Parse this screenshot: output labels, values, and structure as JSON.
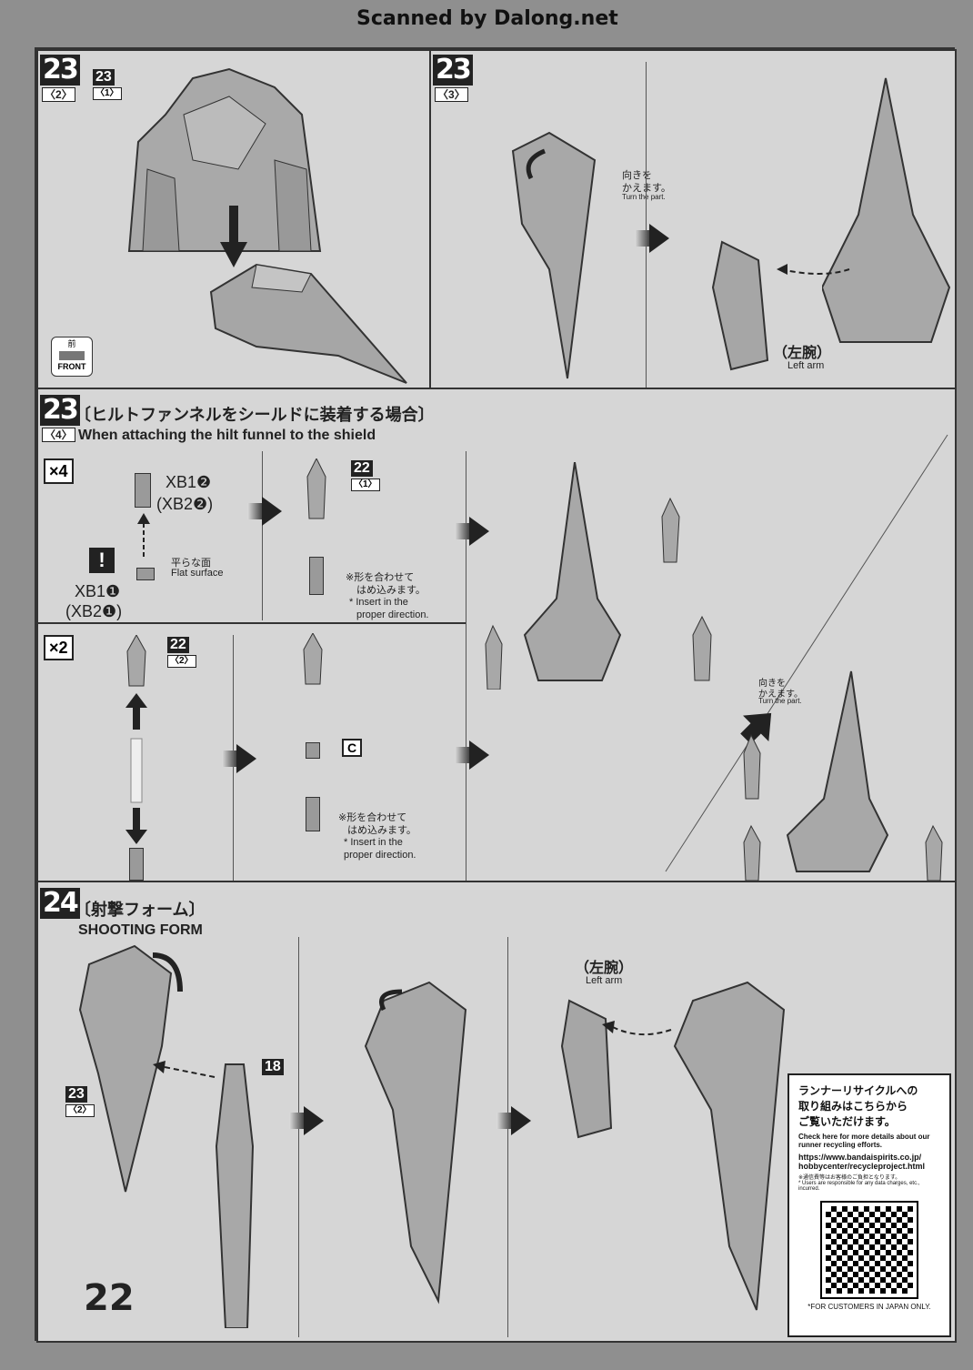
{
  "header": {
    "scan_credit": "Scanned by Dalong.net"
  },
  "page_number": "22",
  "steps": {
    "s23_2": {
      "num": "23",
      "sub": "〈2〉",
      "ref_num": "23",
      "ref_sub": "〈1〉",
      "front_jp": "前",
      "front_en": "FRONT"
    },
    "s23_3": {
      "num": "23",
      "sub": "〈3〉",
      "turn_jp_1": "向きを",
      "turn_jp_2": "かえます。",
      "turn_en": "Turn the part.",
      "arm_jp": "（左腕）",
      "arm_en": "Left arm"
    },
    "s23_4": {
      "num": "23",
      "sub": "〈4〉",
      "title_jp": "〔ヒルトファンネルをシールドに装着する場合〕",
      "title_en": "When attaching the hilt funnel to the shield",
      "mult_a": "×4",
      "mult_b": "×2",
      "part_top": "XB1❷",
      "part_top_alt": "(XB2❷)",
      "part_bottom": "XB1❶",
      "part_bottom_alt": "(XB2❶)",
      "warn": "!",
      "flat_jp": "平らな面",
      "flat_en": "Flat surface",
      "ref22_1_num": "22",
      "ref22_1_sub": "〈1〉",
      "ref22_2_num": "22",
      "ref22_2_sub": "〈2〉",
      "insert_jp_1": "※形を合わせて",
      "insert_jp_2": "はめ込みます。",
      "insert_en_1": "* Insert in the",
      "insert_en_2": "proper direction.",
      "part_c": "C",
      "turn_jp_1": "向きを",
      "turn_jp_2": "かえます。",
      "turn_en": "Turn the part."
    },
    "s24": {
      "num": "24",
      "title_jp": "〔射撃フォーム〕",
      "title_en": "SHOOTING FORM",
      "ref23_num": "23",
      "ref23_sub": "〈2〉",
      "ref18": "18",
      "arm_jp": "（左腕）",
      "arm_en": "Left arm"
    }
  },
  "recycle": {
    "jp_1": "ランナーリサイクルへの",
    "jp_2": "取り組みはこちらから",
    "jp_3": "ご覧いただけます。",
    "en": "Check here for more details about our runner recycling efforts.",
    "url_1": "https://www.bandaispirits.co.jp/",
    "url_2": "hobbycenter/recycleproject.html",
    "note_jp": "※通信費等はお客様のご負担となります。",
    "note_en": "* Users are responsible for any data charges, etc., incurred.",
    "footer": "*FOR CUSTOMERS IN JAPAN ONLY."
  }
}
